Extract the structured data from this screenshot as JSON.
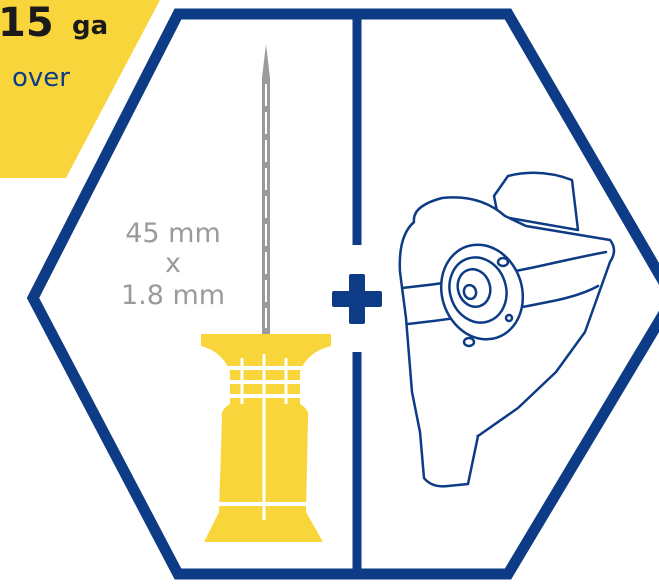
{
  "badge": {
    "gauge_number": "15",
    "gauge_unit": "ga",
    "subtext": "over"
  },
  "needle_dimensions": {
    "length": "45 mm",
    "separator": "x",
    "diameter": "1.8 mm"
  },
  "combine_symbol": "+",
  "colors": {
    "frame": "#0d3b85",
    "accent_yellow": "#f8d63b",
    "needle_gray": "#9b9b9b",
    "outline": "#0d3b85"
  },
  "icons": {
    "needle": "needle-icon",
    "driver": "powered-driver-icon",
    "plus": "plus-icon"
  }
}
